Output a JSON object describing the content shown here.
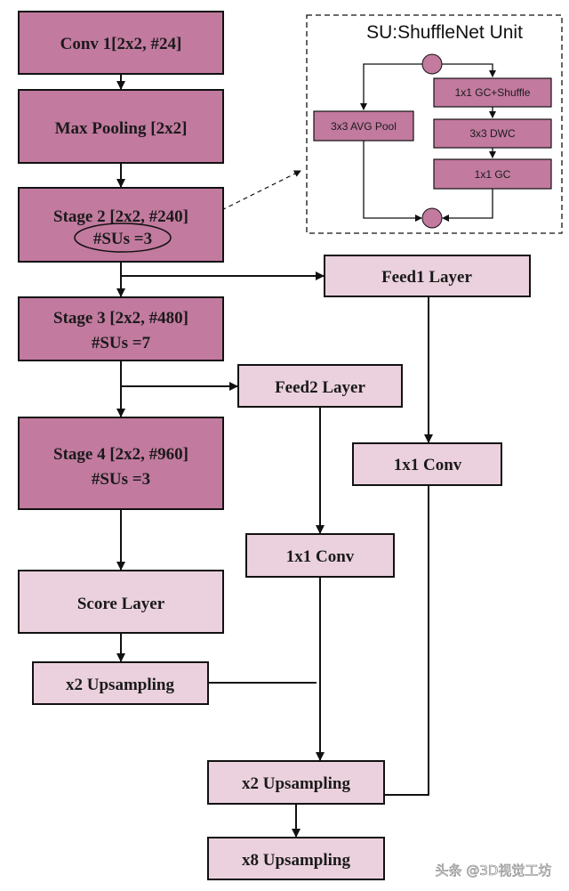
{
  "colors": {
    "dark_node": "#C27A9F",
    "light_node": "#EBD1DD",
    "stroke": "#111111"
  },
  "backbone": {
    "conv1": "Conv 1[2x2, #24]",
    "maxpool": "Max Pooling [2x2]",
    "stage2": {
      "line1": "Stage 2 [2x2, #240]",
      "line2": "#SUs =3"
    },
    "stage3": {
      "line1": "Stage 3 [2x2, #480]",
      "line2": "#SUs =7"
    },
    "stage4": {
      "line1": "Stage 4 [2x2, #960]",
      "line2": "#SUs =3"
    },
    "score": "Score Layer",
    "up_left": "x2 Upsampling"
  },
  "branches": {
    "feed1": "Feed1 Layer",
    "feed1_conv": "1x1 Conv",
    "feed2": "Feed2 Layer",
    "feed2_conv": "1x1 Conv",
    "up_mid": "x2 Upsampling",
    "up_final": "x8 Upsampling"
  },
  "shufflenet_unit": {
    "title": "SU:ShuffleNet Unit",
    "avg_pool": "3x3 AVG Pool",
    "gc_shuffle": "1x1 GC+Shuffle",
    "dwc": "3x3 DWC",
    "gc": "1x1 GC"
  },
  "watermark": "头条 @3D视觉工坊"
}
